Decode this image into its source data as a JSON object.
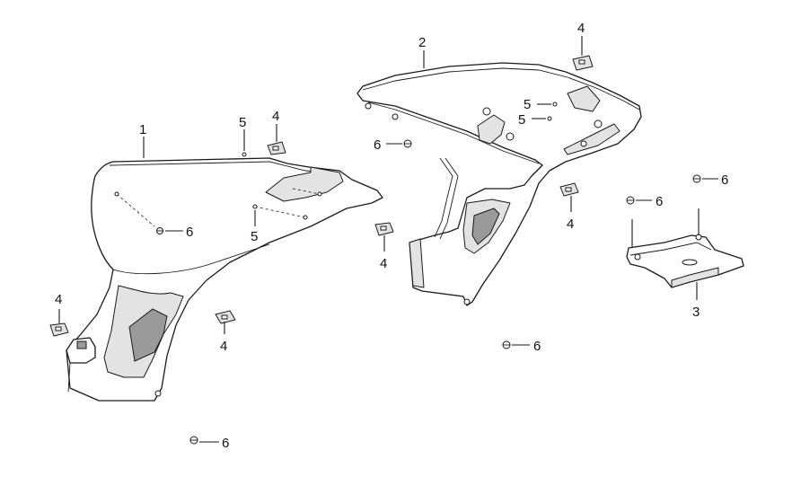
{
  "callouts": {
    "c1": "1",
    "c2": "2",
    "c3": "3",
    "c4a": "4",
    "c4b": "4",
    "c4c": "4",
    "c4d": "4",
    "c4e": "4",
    "c4f": "4",
    "c5a": "5",
    "c5b": "5",
    "c5c": "5",
    "c5d": "5",
    "c6a": "6",
    "c6b": "6",
    "c6c": "6",
    "c6d": "6",
    "c6e": "6",
    "c6f": "6"
  }
}
